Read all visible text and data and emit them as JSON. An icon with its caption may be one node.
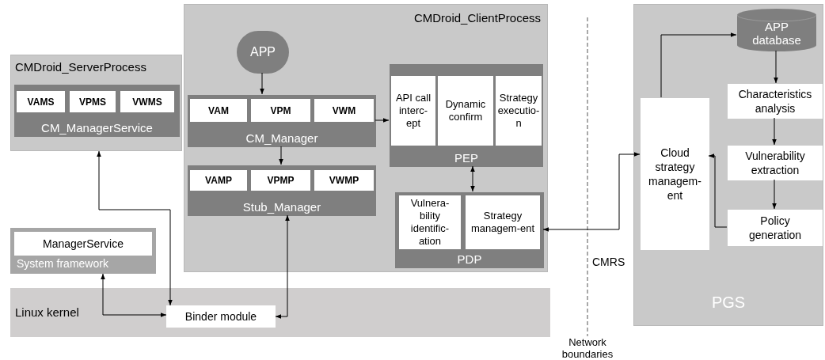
{
  "diagram": {
    "nodes": [
      {
        "text": [
          "CMDroid_ServerProcess"
        ]
      },
      {
        "text": [
          "CM_ManagerService"
        ],
        "in": 0
      },
      {
        "text": [
          "VAMS"
        ],
        "in": 1
      },
      {
        "text": [
          "VPMS"
        ],
        "in": 1
      },
      {
        "text": [
          "VWMS"
        ],
        "in": 1
      },
      {
        "text": [
          "CMDroid_ClientProcess"
        ]
      },
      {
        "text": [
          "APP"
        ],
        "in": 5
      },
      {
        "text": [
          "CM_Manager"
        ],
        "in": 5
      },
      {
        "text": [
          "VAM"
        ],
        "in": 7
      },
      {
        "text": [
          "VPM"
        ],
        "in": 7
      },
      {
        "text": [
          "VWM"
        ],
        "in": 7
      },
      {
        "text": [
          "Stub_Manager"
        ],
        "in": 5
      },
      {
        "text": [
          "VAMP"
        ],
        "in": 11
      },
      {
        "text": [
          "VPMP"
        ],
        "in": 11
      },
      {
        "text": [
          "VWMP"
        ],
        "in": 11
      },
      {
        "text": [
          "PEP"
        ],
        "in": 5
      },
      {
        "text": [
          "API call interc-ept"
        ],
        "in": 15
      },
      {
        "text": [
          "Dynamic confirm"
        ],
        "in": 15
      },
      {
        "text": [
          "Strategy executio-n"
        ],
        "in": 15
      },
      {
        "text": [
          "PDP"
        ],
        "in": 5
      },
      {
        "text": [
          "Vulnera-bility identific-ation"
        ],
        "in": 19
      },
      {
        "text": [
          "Strategy managem-ent"
        ],
        "in": 19
      },
      {
        "text": [
          "System framework"
        ]
      },
      {
        "text": [
          "ManagerService"
        ],
        "in": 22
      },
      {
        "text": [
          "Linux kernel"
        ]
      },
      {
        "text": [
          "Binder module"
        ],
        "in": 24
      },
      {
        "text": [
          "PGS"
        ]
      },
      {
        "text": [
          "APP database"
        ],
        "in": 26
      },
      {
        "text": [
          "Characteristics analysis"
        ],
        "in": 26
      },
      {
        "text": [
          "Vulnerability extraction"
        ],
        "in": 26
      },
      {
        "text": [
          "Policy generation"
        ],
        "in": 26
      },
      {
        "text": [
          "Cloud strategy managem-ent"
        ],
        "in": 26
      }
    ],
    "edges": [
      {
        "from": 6,
        "to": 7,
        "arrow": "to"
      },
      {
        "from": 7,
        "to": 11,
        "arrow": "to"
      },
      {
        "from": 7,
        "to": 15,
        "arrow": "to"
      },
      {
        "from": 15,
        "to": 19,
        "arrow": "both"
      },
      {
        "from": 11,
        "to": 25,
        "arrow": "both"
      },
      {
        "from": 0,
        "to": 25,
        "arrow": "both"
      },
      {
        "from": 22,
        "to": 25,
        "arrow": "both"
      },
      {
        "from": 19,
        "to": 31,
        "arrow": "both"
      },
      {
        "from": 31,
        "to": 27,
        "arrow": "to"
      },
      {
        "from": 27,
        "to": 28,
        "arrow": "to"
      },
      {
        "from": 28,
        "to": 29,
        "arrow": "to"
      },
      {
        "from": 29,
        "to": 30,
        "arrow": "to"
      },
      {
        "from": 30,
        "to": 31,
        "arrow": "to"
      }
    ],
    "labels": [
      "CMRS",
      "Network boundaries"
    ]
  }
}
